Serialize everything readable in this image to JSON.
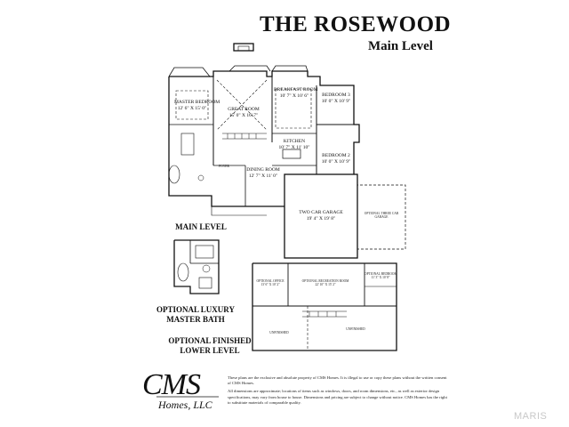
{
  "header": {
    "title": "THE ROSEWOOD",
    "subtitle": "Main Level"
  },
  "captions": {
    "main_level": "MAIN LEVEL",
    "luxury_bath_line1": "OPTIONAL LUXURY",
    "luxury_bath_line2": "MASTER BATH",
    "lower_level_line1": "OPTIONAL FINISHED",
    "lower_level_line2": "LOWER LEVEL"
  },
  "rooms": {
    "master_bedroom_name": "MASTER BEDROOM",
    "master_bedroom_dims": "12' 6\" X 15' 0\"",
    "great_room_name": "GREAT ROOM",
    "great_room_dims": "15' 0\" X 16' 7\"",
    "breakfast_name": "BREAKFAST ROOM",
    "breakfast_dims": "10' 7\" X 10' 6\"",
    "bedroom3_name": "BEDROOM 3",
    "bedroom3_dims": "10' 0\" X 10' 9\"",
    "kitchen_name": "KITCHEN",
    "kitchen_dims": "10' 7\" X 11' 10\"",
    "bedroom2_name": "BEDROOM 2",
    "bedroom2_dims": "10' 0\" X 10' 9\"",
    "dining_name": "DINING ROOM",
    "dining_dims": "12' 7\" X 11' 0\"",
    "garage_name": "TWO CAR GARAGE",
    "garage_dims": "19' 4\" X 19' 8\"",
    "three_car_label": "OPTIONAL THREE CAR GARAGE",
    "foyer_label": "FOYER",
    "office_name": "OPTIONAL OFFICE",
    "office_dims": "13' 6\" X 10' 2\"",
    "rec_name": "OPTIONAL RECREATION ROOM",
    "rec_dims": "22' 10\" X 15' 2\"",
    "opt_bedroom_name": "OPTIONAL BEDROOM",
    "opt_bedroom_dims": "11' 3\" X 10' 8\"",
    "unfinished_left": "UNFINISHED",
    "unfinished_right": "UNFINISHED"
  },
  "logo": {
    "main": "CMS",
    "sub": "Homes, LLC"
  },
  "disclaimer": {
    "para1": "These plans are the exclusive and absolute property of CMS Homes. It is illegal to use or copy these plans without the written consent of CMS Homes.",
    "para2": "All dimensions are approximate; locations of items such as windows, doors, and room dimensions, etc., as well as exterior design specifications, may vary from house to house. Dimensions and pricing are subject to change without notice. CMS Homes has the right to substitute materials of comparable quality."
  },
  "watermark": "MARIS"
}
